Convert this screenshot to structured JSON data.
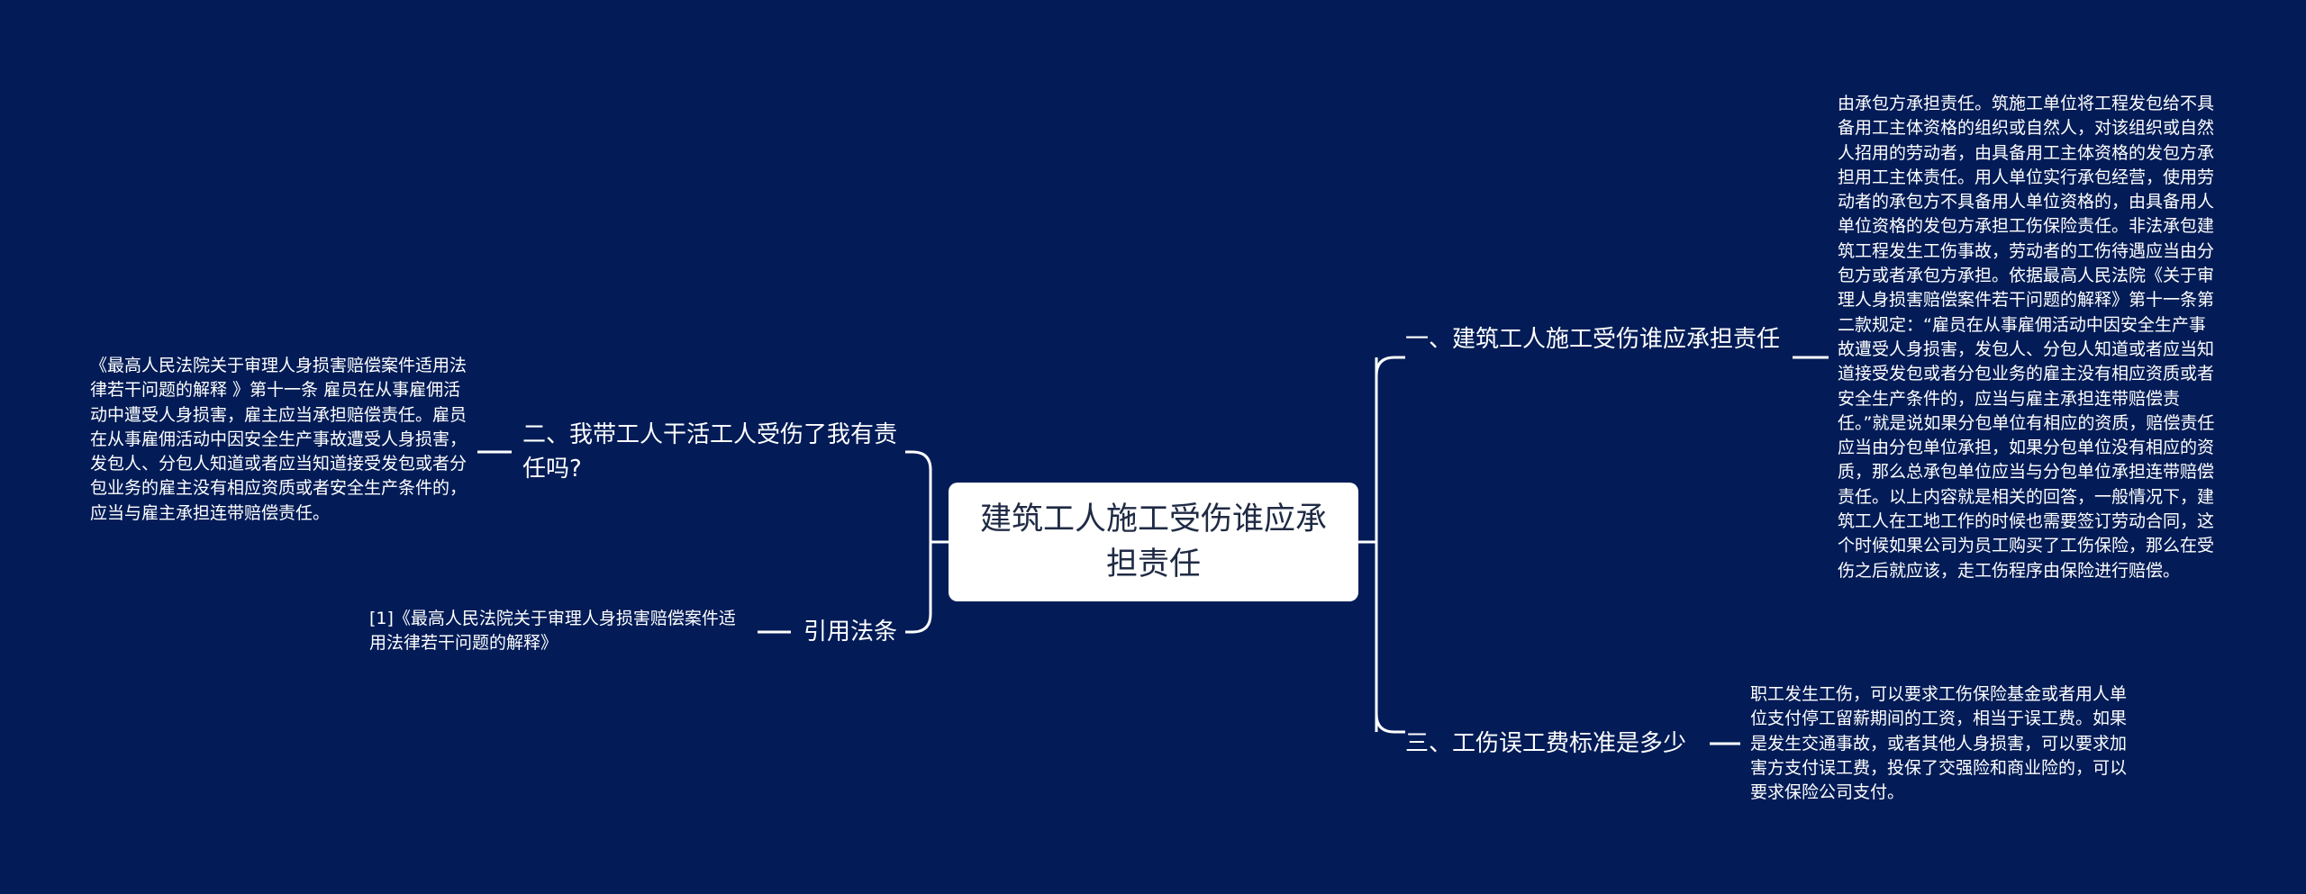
{
  "root": {
    "title": "建筑工人施工受伤谁应承担责任"
  },
  "branches": {
    "b1": {
      "label": "一、建筑工人施工受伤谁应承担责任",
      "content": "由承包方承担责任。筑施工单位将工程发包给不具备用工主体资格的组织或自然人，对该组织或自然人招用的劳动者，由具备用工主体资格的发包方承担用工主体责任。用人单位实行承包经营，使用劳动者的承包方不具备用人单位资格的，由具备用人单位资格的发包方承担工伤保险责任。非法承包建筑工程发生工伤事故，劳动者的工伤待遇应当由分包方或者承包方承担。依据最高人民法院《关于审理人身损害赔偿案件若干问题的解释》第十一条第二款规定：“雇员在从事雇佣活动中因安全生产事故遭受人身损害，发包人、分包人知道或者应当知道接受发包或者分包业务的雇主没有相应资质或者安全生产条件的，应当与雇主承担连带赔偿责任。”就是说如果分包单位有相应的资质，赔偿责任应当由分包单位承担，如果分包单位没有相应的资质，那么总承包单位应当与分包单位承担连带赔偿责任。以上内容就是相关的回答，一般情况下，建筑工人在工地工作的时候也需要签订劳动合同，这个时候如果公司为员工购买了工伤保险，那么在受伤之后就应该，走工伤程序由保险进行赔偿。"
    },
    "b2": {
      "label": "二、我带工人干活工人受伤了我有责任吗?",
      "content": "《最高人民法院关于审理人身损害赔偿案件适用法律若干问题的解释 》第十一条 雇员在从事雇佣活动中遭受人身损害，雇主应当承担赔偿责任。雇员在从事雇佣活动中因安全生产事故遭受人身损害，发包人、分包人知道或者应当知道接受发包或者分包业务的雇主没有相应资质或者安全生产条件的，应当与雇主承担连带赔偿责任。"
    },
    "b3": {
      "label": "三、工伤误工费标准是多少",
      "content": "职工发生工伤，可以要求工伤保险基金或者用人单位支付停工留薪期间的工资，相当于误工费。如果是发生交通事故，或者其他人身损害，可以要求加害方支付误工费，投保了交强险和商业险的，可以要求保险公司支付。"
    },
    "b4": {
      "label": "引用法条",
      "content": "[1]《最高人民法院关于审理人身损害赔偿案件适用法律若干问题的解释》"
    }
  },
  "colors": {
    "background": "#031c57",
    "node_fill": "#ffffff",
    "line": "#ffffff",
    "text": "#ffffff"
  }
}
